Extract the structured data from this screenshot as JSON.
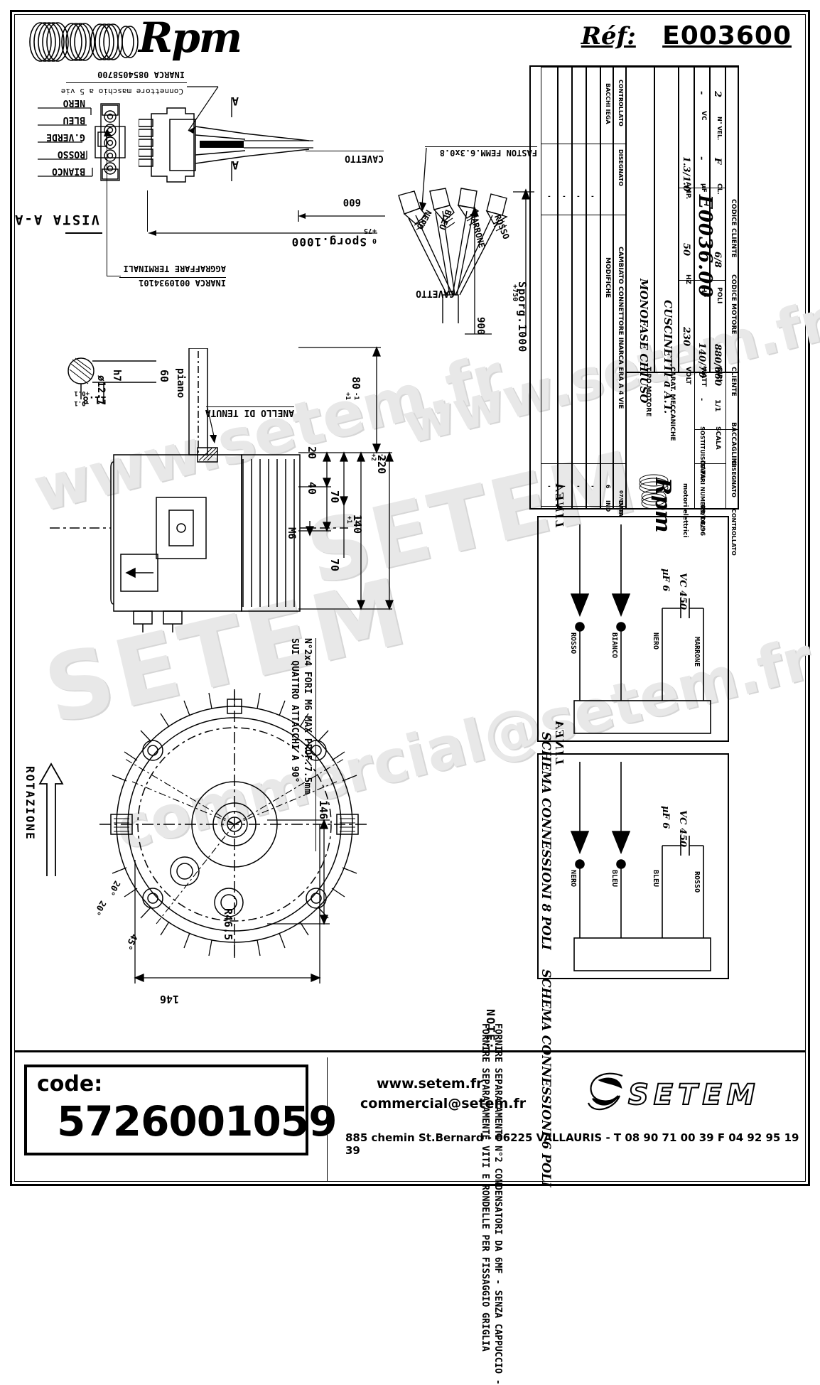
{
  "header": {
    "brand": "Rpm",
    "ref_label": "Réf:",
    "ref_value": "E003600"
  },
  "connector_detail": {
    "part_code": "INARCA 0854058700",
    "caption": "Connettore maschio a 5 vie",
    "view_label": "VISTA A-A",
    "section_marks": [
      "A",
      "A"
    ],
    "pins": [
      "NERO",
      "BLEU",
      "G.VERDE",
      "ROSSO",
      "BIANCO"
    ],
    "staple_note_line1": "AGGRAFFARE TERMINALI",
    "staple_note_line2": "INARCA 0010934101",
    "cable_label": "CAVETTO",
    "dim_600": "600",
    "dim_sporg": "Sporg.1000",
    "dim_sporg_tol_up": "+75",
    "dim_sporg_tol_dn": "0"
  },
  "faston_detail": {
    "title": "FASTON FEMM.6.3x0.8",
    "wires": [
      "NERO",
      "BLEU",
      "MARRONE",
      "ROSSO"
    ],
    "cable_label": "CAVETTO",
    "dim_900": "900",
    "dim_sporg": "Sporg.1000",
    "dim_tol_up": "+75",
    "dim_tol_dn": "0"
  },
  "motor_view": {
    "shaft_dia": "ø12.7",
    "shaft_fit": "h7",
    "flat_dim": "11.8",
    "flat_tol_up": "+0.1",
    "flat_tol_dn": "-0.1",
    "piano_dim": "60",
    "piano_label": "piano",
    "seal_label": "ANELLO DI TENUTA",
    "dim_80": "80",
    "dim_80_tol_up": "+1",
    "dim_80_tol_dn": "-1",
    "dim_220": "220",
    "dim_220_tol_up": "+2",
    "dim_220_tol_dn": "-2",
    "dim_140": "140",
    "dim_140_tol_up": "+1",
    "dim_140_tol_dn": "-1",
    "dim_20": "20",
    "dim_40": "40",
    "dim_70_a": "70",
    "dim_70_b": "70",
    "thread": "M6"
  },
  "fan_view": {
    "rotation_label": "ROTAZIONE",
    "dim_146_v": "146",
    "dim_146_h": "146",
    "radius": "R46.5",
    "angle_45": "45°",
    "angle_20_a": "20°",
    "angle_20_b": "20°",
    "holes_note_line1": "N°2x4 FORI M6 MAX PROF.7.5mm",
    "holes_note_line2": "SUI QUATTRO ATTACCHI A 90°"
  },
  "titleblock": {
    "revision_col_header_left": "BACCHI IEGA",
    "revision_col_header_right": "CONTROLLATO",
    "disegnato_header": "DISEGNATO",
    "modifiche_header": "MODIFICHE",
    "modifiche_entry": "CAMBIATO CONNETTORE INARCA ERA A 4 VIE",
    "rev_index_header": "IND",
    "rev_date_header": "DATA",
    "rev_rows": [
      {
        "ind": "6",
        "data": "07/05/08",
        "marks": [
          "-",
          "-",
          "-",
          "-"
        ]
      },
      {
        "ind": "",
        "data": "",
        "marks": [
          "-",
          "-",
          "-",
          "-"
        ]
      }
    ],
    "tipo_motore_label": "TIPO MOTORE",
    "tipo_motore_value": "MONOFASE CHIUSO",
    "carat_label": "CARAT. MECCANICHE",
    "carat_value": "CUSCINETTI  a A.T.",
    "specs": [
      {
        "k1": "VOLT",
        "v1": "230",
        "k2": "HZ",
        "v2": "50",
        "k3": "AMP.",
        "v3": "1.3/1.0"
      },
      {
        "k1": "WATT",
        "v1": "140/70",
        "k2": "HP",
        "v2": "-",
        "k3": "µF",
        "v3": "-",
        "k4": "VC",
        "v4": "-"
      },
      {
        "k1": "GIRI",
        "v1": "880/660",
        "k2": "POLI",
        "v2": "6/8",
        "k3": "CL.",
        "v3": "F",
        "k4": "N° VEL.",
        "v4": "2"
      }
    ],
    "cliente_label": "CLIENTE",
    "codice_motore_label": "CODICE MOTORE",
    "codice_motore_value": "E0036.00",
    "codice_cliente_label": "CODICE CLIENTE",
    "brand": "Rpm",
    "brand_sub": "motori elettrici",
    "sostituisce_label": "SOSTITUISCE PARI NUMERO DEL",
    "sostituisce_value": "-",
    "scala_label": "SCALA",
    "scala_value": "1/1",
    "disegnato_label": "DISEGNATO",
    "disegnato_value": "BACCAGLINI",
    "data_label": "DATA",
    "data_value": "09/10/96",
    "controllato_label": "CONTROLLATO"
  },
  "schematics": {
    "title_8": "SCHEMA CONNESSIONI 8 POLI",
    "title_6": "SCHEMA CONNESSIONI 6 POLI",
    "line_label": "LINEA",
    "cap_uf": "µF  6",
    "cap_vc": "VC 450",
    "wires_8": [
      "ROSSO",
      "BIANCO",
      "NERO",
      "MARRONE"
    ],
    "wires_6": [
      "NERO",
      "BLEU",
      "BLEU",
      "ROSSO"
    ]
  },
  "notes": {
    "label": "NOTE:",
    "line1": "FORNIRE SEPARATAMENTE VITI E RONDELLE PER FISSAGGIO GRIGLIA",
    "line2": "FORNIRE SEPARATAMENTE N°2 CONDENSATORI DA 6MF - SENZA CAPPUCCIO -"
  },
  "watermarks": {
    "w1": "www.setem.fr",
    "w2": "SETEM",
    "w3": "commercial@setem.fr"
  },
  "footer": {
    "code_label": "code:",
    "code_value": "5726001059",
    "site": "www.setem.fr",
    "email": "commercial@setem.fr",
    "brand": "SETEM",
    "address": "885 chemin St.Bernard  -  06225 VALLAURIS  -  T 08 90 71 00 39   F 04 92 95 19 39"
  },
  "colors": {
    "ink": "#000000",
    "paper": "#ffffff",
    "watermark": "#e8e8e8"
  }
}
